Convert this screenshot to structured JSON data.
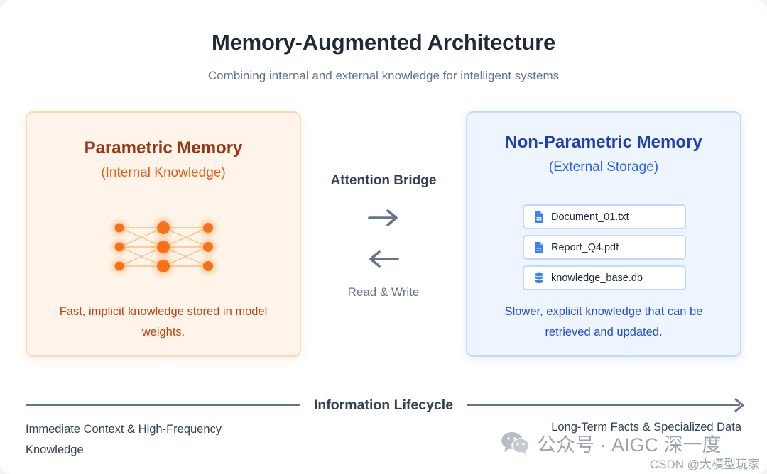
{
  "header": {
    "title": "Memory-Augmented Architecture",
    "subtitle": "Combining internal and external knowledge for intelligent systems"
  },
  "parametric": {
    "title": "Parametric Memory",
    "subtitle": "(Internal Knowledge)",
    "description": "Fast, implicit knowledge stored in model weights.",
    "accent": "#f97316"
  },
  "non_parametric": {
    "title": "Non-Parametric Memory",
    "subtitle": "(External Storage)",
    "files": [
      {
        "name": "Document_01.txt",
        "icon": "document-icon"
      },
      {
        "name": "Report_Q4.pdf",
        "icon": "document-icon"
      },
      {
        "name": "knowledge_base.db",
        "icon": "database-icon"
      }
    ],
    "description": "Slower, explicit knowledge that can be retrieved and updated.",
    "accent": "#2563eb"
  },
  "bridge": {
    "title": "Attention Bridge",
    "footer": "Read & Write"
  },
  "lifecycle": {
    "title": "Information Lifecycle",
    "left_label": "Immediate Context & High-Frequency Knowledge",
    "right_label": "Long-Term Facts & Specialized Data"
  },
  "watermark": {
    "channel": "公众号 · AIGC 深一度",
    "credit": "CSDN @大模型玩家"
  }
}
